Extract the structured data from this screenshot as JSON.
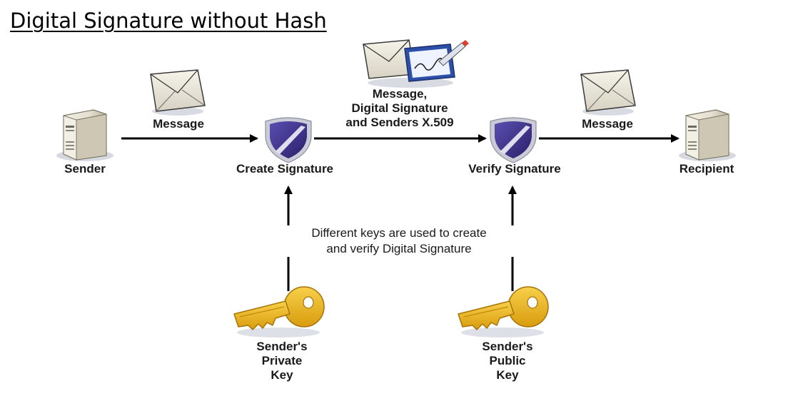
{
  "title": "Digital Signature without Hash",
  "nodes": {
    "sender": "Sender",
    "create_signature": "Create Signature",
    "verify_signature": "Verify Signature",
    "recipient": "Recipient"
  },
  "edges": {
    "message_in": "Message",
    "signed_bundle": [
      "Message,",
      "Digital Signature",
      "and Senders X.509"
    ],
    "message_out": "Message"
  },
  "note": [
    "Different keys are used to create",
    "and verify Digital Signature"
  ],
  "keys": {
    "private": [
      "Sender's",
      "Private",
      "Key"
    ],
    "public": [
      "Sender's",
      "Public",
      "Key"
    ]
  },
  "icons": {
    "sender": "server-icon",
    "recipient": "server-icon",
    "create": "shield-icon",
    "verify": "shield-icon",
    "private_key": "key-icon",
    "public_key": "key-icon",
    "message": "envelope-icon",
    "signed_message": "signed-envelope-icon"
  },
  "colors": {
    "key_gold": "#e8b319",
    "shield_purple": "#3b2f85",
    "arrow": "#000000"
  }
}
